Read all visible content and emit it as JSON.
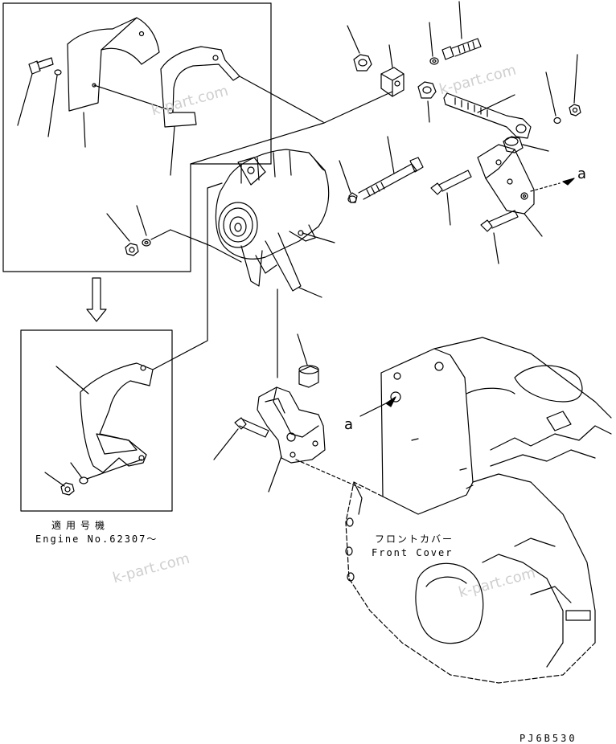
{
  "callouts": {
    "view_a_label": "a",
    "view_a_label_block": "a"
  },
  "applicable": {
    "japanese": "適用号機",
    "engine_no": "Engine No.62307～"
  },
  "front_cover": {
    "japanese": "フロントカバー",
    "english": "Front Cover"
  },
  "drawing_number": "PJ6B530",
  "watermark": "k-part.com",
  "colors": {
    "line": "#000000",
    "watermark": "#cfcfcf",
    "background": "#ffffff"
  }
}
